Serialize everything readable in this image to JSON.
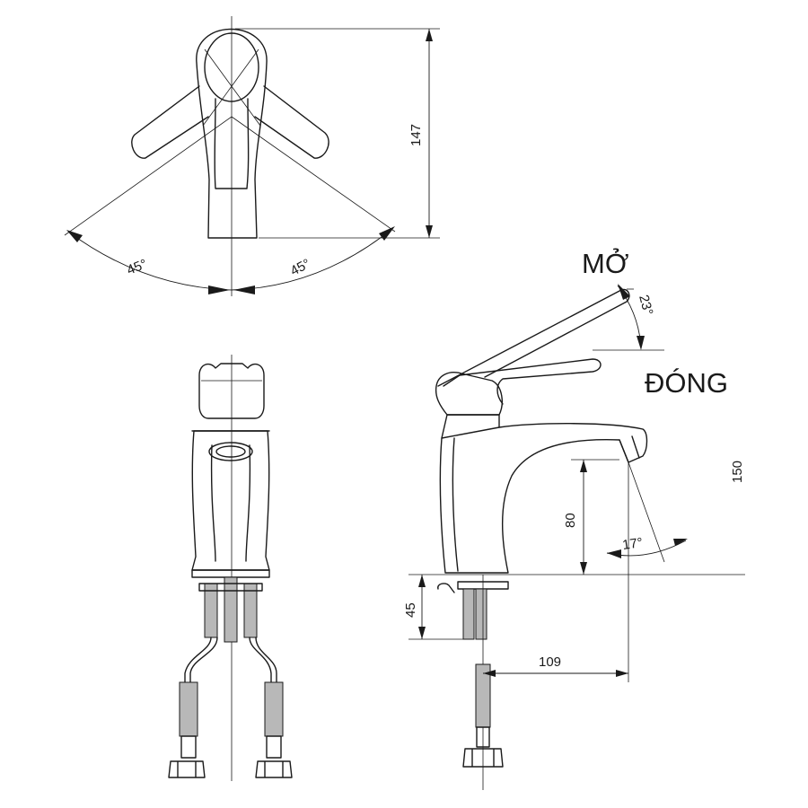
{
  "labels": {
    "open": "MỞ",
    "close": "ĐÓNG"
  },
  "dimensions": {
    "top_height": "147",
    "swing_left": "45°",
    "swing_right": "45°",
    "lever_tilt": "23°",
    "total_height": "150",
    "spout_height": "80",
    "spout_angle": "17°",
    "shank_length": "45",
    "spout_reach": "109"
  }
}
